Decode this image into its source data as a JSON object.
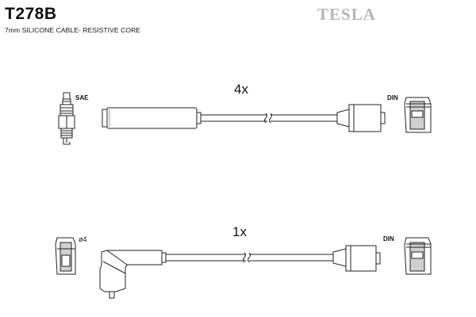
{
  "header": {
    "part_number": "T278B",
    "subtitle": "7mm SILICONE CABLE- RESISTIVE CORE",
    "brand": "TESLA"
  },
  "cables": [
    {
      "quantity": "4x",
      "left_connector": "SAE",
      "right_connector": "DIN"
    },
    {
      "quantity": "1x",
      "left_connector": "ø4",
      "right_connector": "DIN"
    }
  ],
  "colors": {
    "outline": "#222222",
    "fill": "#ffffff",
    "shade": "#cfcfcf",
    "brand": "#b5b5b5"
  },
  "icons": [
    "spark-plug-icon",
    "din-boot-icon",
    "angled-boot-icon",
    "ferrule-terminal-icon"
  ]
}
